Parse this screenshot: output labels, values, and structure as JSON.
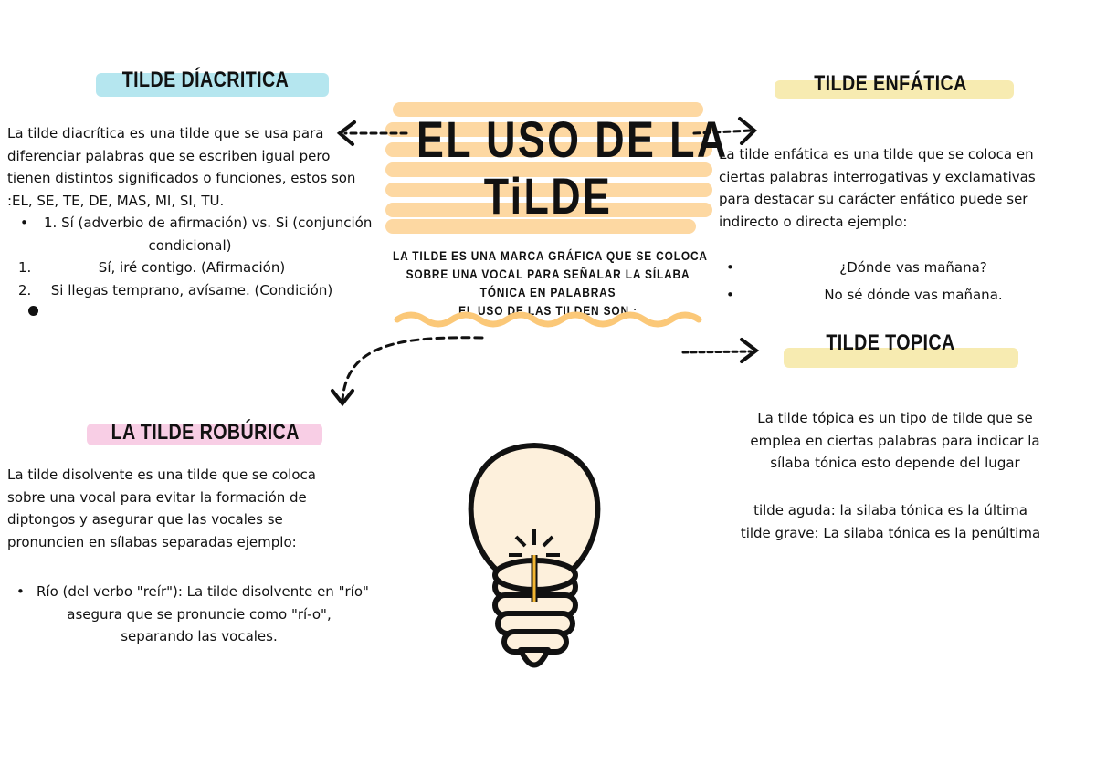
{
  "center": {
    "title_line1": "EL USO DE LA",
    "title_line2": "TiLDE",
    "subtitle": [
      "LA TILDE ES UNA MARCA GRÁFICA QUE SE COLOCA",
      "SOBRE UNA VOCAL PARA SEÑALAR LA SÍLABA",
      "TÓNICA EN PALABRAS",
      "EL USO  DE LAS TILDEN SON :"
    ]
  },
  "diacritica": {
    "heading": "TILDE DÍACRITICA",
    "highlight_color": "#a8e2ec",
    "paragraph": [
      "La tilde diacrítica es una tilde que se usa para",
      "diferenciar palabras que se escriben igual pero",
      "tienen distintos significados o funciones, estos son",
      ":EL, SE, TE, DE, MAS, MI, SI, TU."
    ],
    "bullet": [
      "1. Sí (adverbio de afirmación) vs. Si (conjunción",
      "condicional)"
    ],
    "examples": [
      {
        "num": "1.",
        "text": "Sí, iré contigo. (Afirmación)"
      },
      {
        "num": "2.",
        "text": "Si llegas temprano, avísame. (Condición)"
      }
    ]
  },
  "enfatica": {
    "heading": "TILDE ENFÁTICA",
    "highlight_color": "#f6e7a3",
    "paragraph": [
      "La tilde enfática es una tilde que se coloca en",
      "ciertas palabras interrogativas y exclamativas",
      "para destacar su carácter enfático puede ser",
      "indirecto o directa ejemplo:"
    ],
    "examples": [
      "¿Dónde vas mañana?",
      "No sé dónde vas mañana."
    ]
  },
  "topica": {
    "heading": "TILDE TOPICA",
    "highlight_color": "#f6e7a3",
    "paragraph": [
      "La tilde tópica es un tipo de tilde que se",
      "emplea en ciertas palabras para indicar la",
      "sílaba tónica esto depende del lugar"
    ],
    "rules": [
      "tilde aguda: la silaba tónica es la última",
      "tilde grave: La silaba tónica es la penúltima"
    ]
  },
  "roburica": {
    "heading": "LA TILDE ROBÚRICA",
    "highlight_color": "#f7c6e0",
    "paragraph": [
      "La tilde disolvente es una tilde que se coloca",
      "sobre una vocal para evitar la formación de",
      "diptongos y asegurar que las vocales se",
      "pronuncien en sílabas separadas ejemplo:"
    ],
    "example": [
      "Río (del verbo \"reír\"): La tilde disolvente en \"río\"",
      "asegura que se pronuncie como \"rí-o\",",
      "separando las vocales."
    ]
  },
  "colors": {
    "title_bg": "#fdd8a2",
    "bulb_fill": "#fdf0dc",
    "filament": "#f2b632"
  },
  "icons": [
    "lightbulb-icon",
    "dashed-arrow-icon"
  ]
}
